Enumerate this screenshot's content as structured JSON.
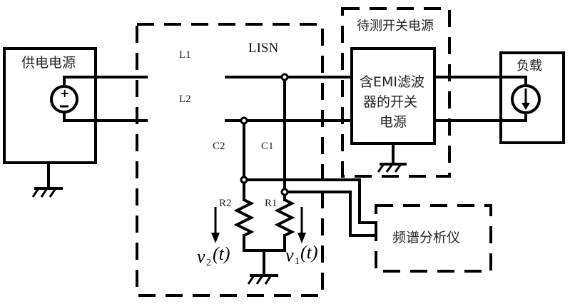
{
  "diagram": {
    "power_supply": {
      "label": "供电电源",
      "symbol": "voltage-source",
      "plus": "+",
      "minus": "−"
    },
    "lisn": {
      "label": "LISN",
      "inductors": [
        "L1",
        "L2"
      ],
      "capacitors": [
        "C1",
        "C2"
      ],
      "resistors": [
        "R1",
        "R2"
      ],
      "voltages": [
        {
          "symbol": "v",
          "subscript": "1",
          "arg": "(t)"
        },
        {
          "symbol": "v",
          "subscript": "2",
          "arg": "(t)"
        }
      ]
    },
    "dut": {
      "group_label": "待测开关电源",
      "box_lines": [
        "含EMI滤波",
        "器的开关",
        "电源"
      ]
    },
    "load": {
      "label": "负载",
      "symbol": "current-source"
    },
    "spectrum_analyzer": {
      "label": "频谱分析仪"
    }
  }
}
